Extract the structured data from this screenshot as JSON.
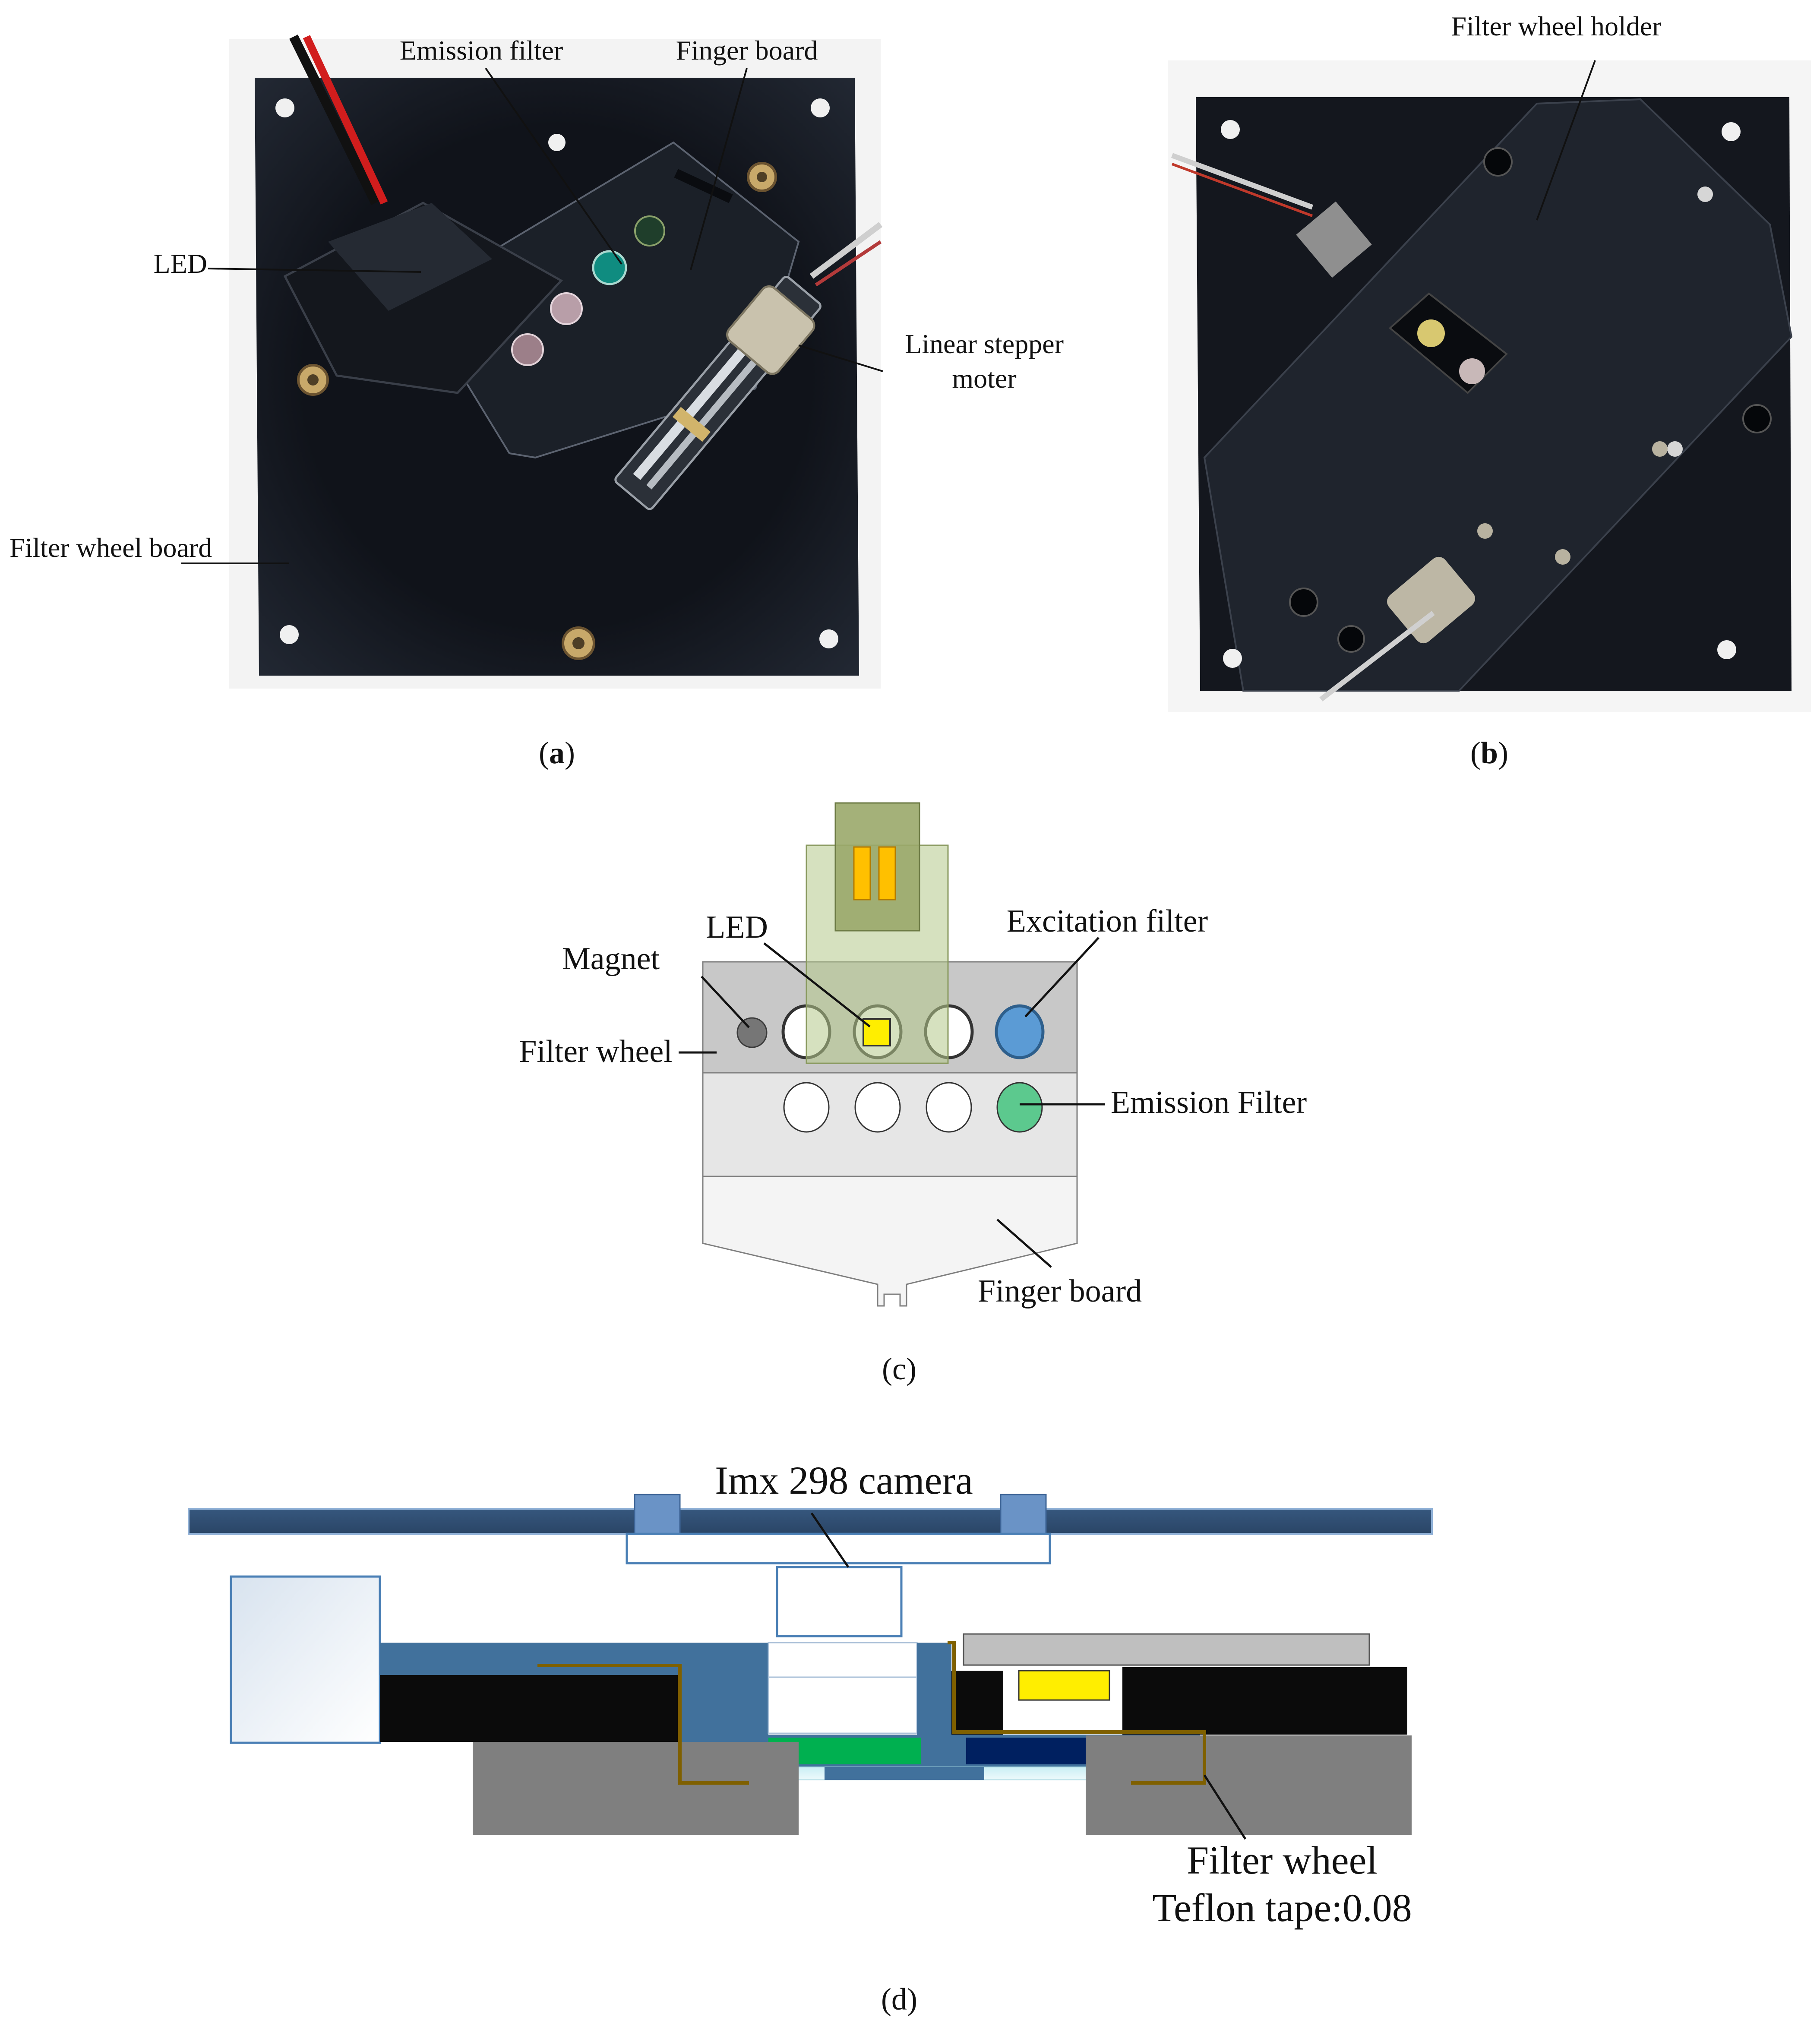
{
  "panel_a": {
    "caption_open": "(",
    "caption_letter": "a",
    "caption_close": ")",
    "labels": {
      "emission_filter": "Emission filter",
      "finger_board": "Finger board",
      "led": "LED",
      "linear_stepper_line1": "Linear stepper",
      "linear_stepper_line2": "moter",
      "filter_wheel_board": "Filter wheel board"
    }
  },
  "panel_b": {
    "caption_open": "(",
    "caption_letter": "b",
    "caption_close": ")",
    "labels": {
      "filter_wheel_holder": "Filter wheel holder"
    }
  },
  "panel_c": {
    "caption": "(c)",
    "labels": {
      "led": "LED",
      "excitation_filter": "Excitation filter",
      "magnet": "Magnet",
      "filter_wheel": "Filter wheel",
      "emission_filter": "Emission Filter",
      "finger_board": "Finger board"
    }
  },
  "panel_d": {
    "caption": "(d)",
    "labels": {
      "camera": "Imx 298 camera",
      "filter_wheel": "Filter wheel",
      "teflon_tape": "Teflon tape:0.08"
    }
  },
  "colors": {
    "board_black": "#0d0f14",
    "brass": "#c8a96a",
    "wheel_gray": "#c8c8c8",
    "wheel_light": "#e6e6e6",
    "finger_white": "#f4f4f4",
    "led_yellow": "#ffee00",
    "excitation_blue": "#5b9bd5",
    "emission_green": "#5cc98e",
    "stepper_green": "#9aa86a",
    "contact_orange": "#ffc000",
    "steel_blue": "#41719c",
    "navy": "#002060",
    "green_filter": "#00b050",
    "tape_brown": "#7f6000",
    "gray_block": "#7f7f7f"
  }
}
